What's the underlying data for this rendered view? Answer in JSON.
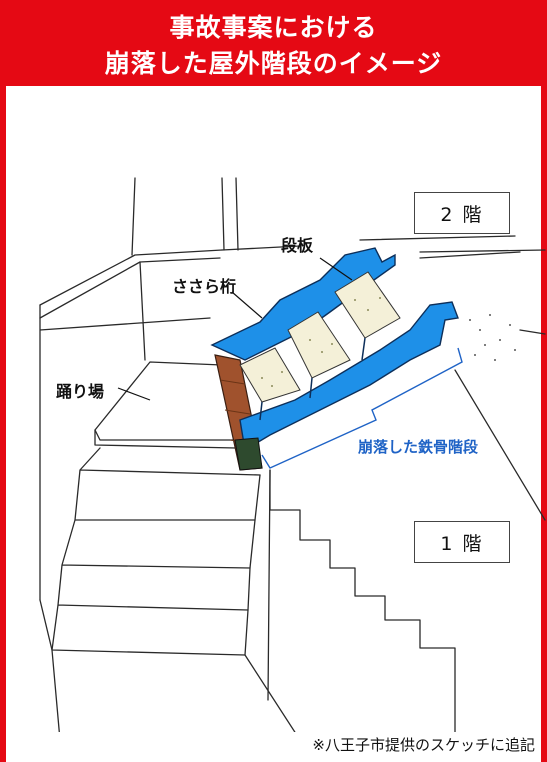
{
  "header": {
    "line1": "事故事案における",
    "line2": "崩落した屋外階段のイメージ"
  },
  "labels": {
    "floor_2": "2 階",
    "floor_1": "1 階",
    "tread": "段板",
    "stringer": "ささら桁",
    "landing": "踊り場",
    "collapsed_stair": "崩落した鉄骨階段"
  },
  "footnote": "※八王子市提供のスケッチに追記",
  "colors": {
    "header_red": "#e50914",
    "steel_blue": "#1e90e8",
    "rust_brown": "#a0522d",
    "label_blue": "#1f63c6"
  }
}
